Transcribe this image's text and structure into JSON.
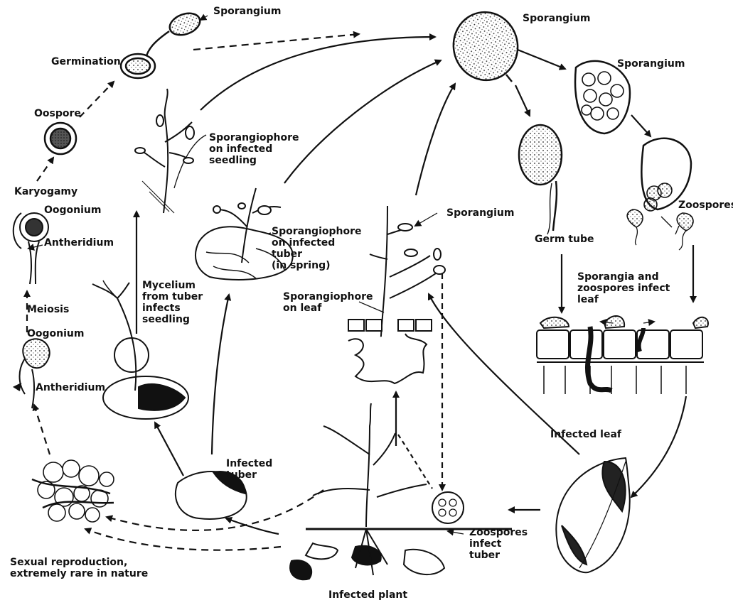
{
  "labels": {
    "sporangium_top_left": "Sporangium",
    "germination": "Germination",
    "oospore": "Oospore",
    "karyogamy": "Karyogamy",
    "oogonium_1": "Oogonium",
    "antheridium_1": "Antheridium",
    "meiosis": "Meiosis",
    "oogonium_2": "Oogonium",
    "antheridium_2": "Antheridium",
    "sexual_reproduction": "Sexual reproduction,\nextremely rare in nature",
    "sporangium_top_center": "Sporangium",
    "sporangium_right": "Sporangium",
    "sporangiophore_seedling": "Sporangiophore\non infected\nseedling",
    "sporangiophore_tuber": "Sporangiophore\non infected\ntuber\n(in spring)",
    "mycelium": "Mycelium\nfrom tuber\ninfects\nseedling",
    "sporangium_center": "Sporangium",
    "sporangiophore_leaf": "Sporangiophore\non leaf",
    "germ_tube": "Germ tube",
    "zoospores": "Zoospores",
    "sporangia_zoospores": "Sporangia and\nzoospores infect\nleaf",
    "infected_leaf": "Infected leaf",
    "infected_tuber": "Infected\ntuber",
    "zoospores_infect": "Zoospores\ninfect\ntuber",
    "infected_plant": "Infected plant"
  }
}
